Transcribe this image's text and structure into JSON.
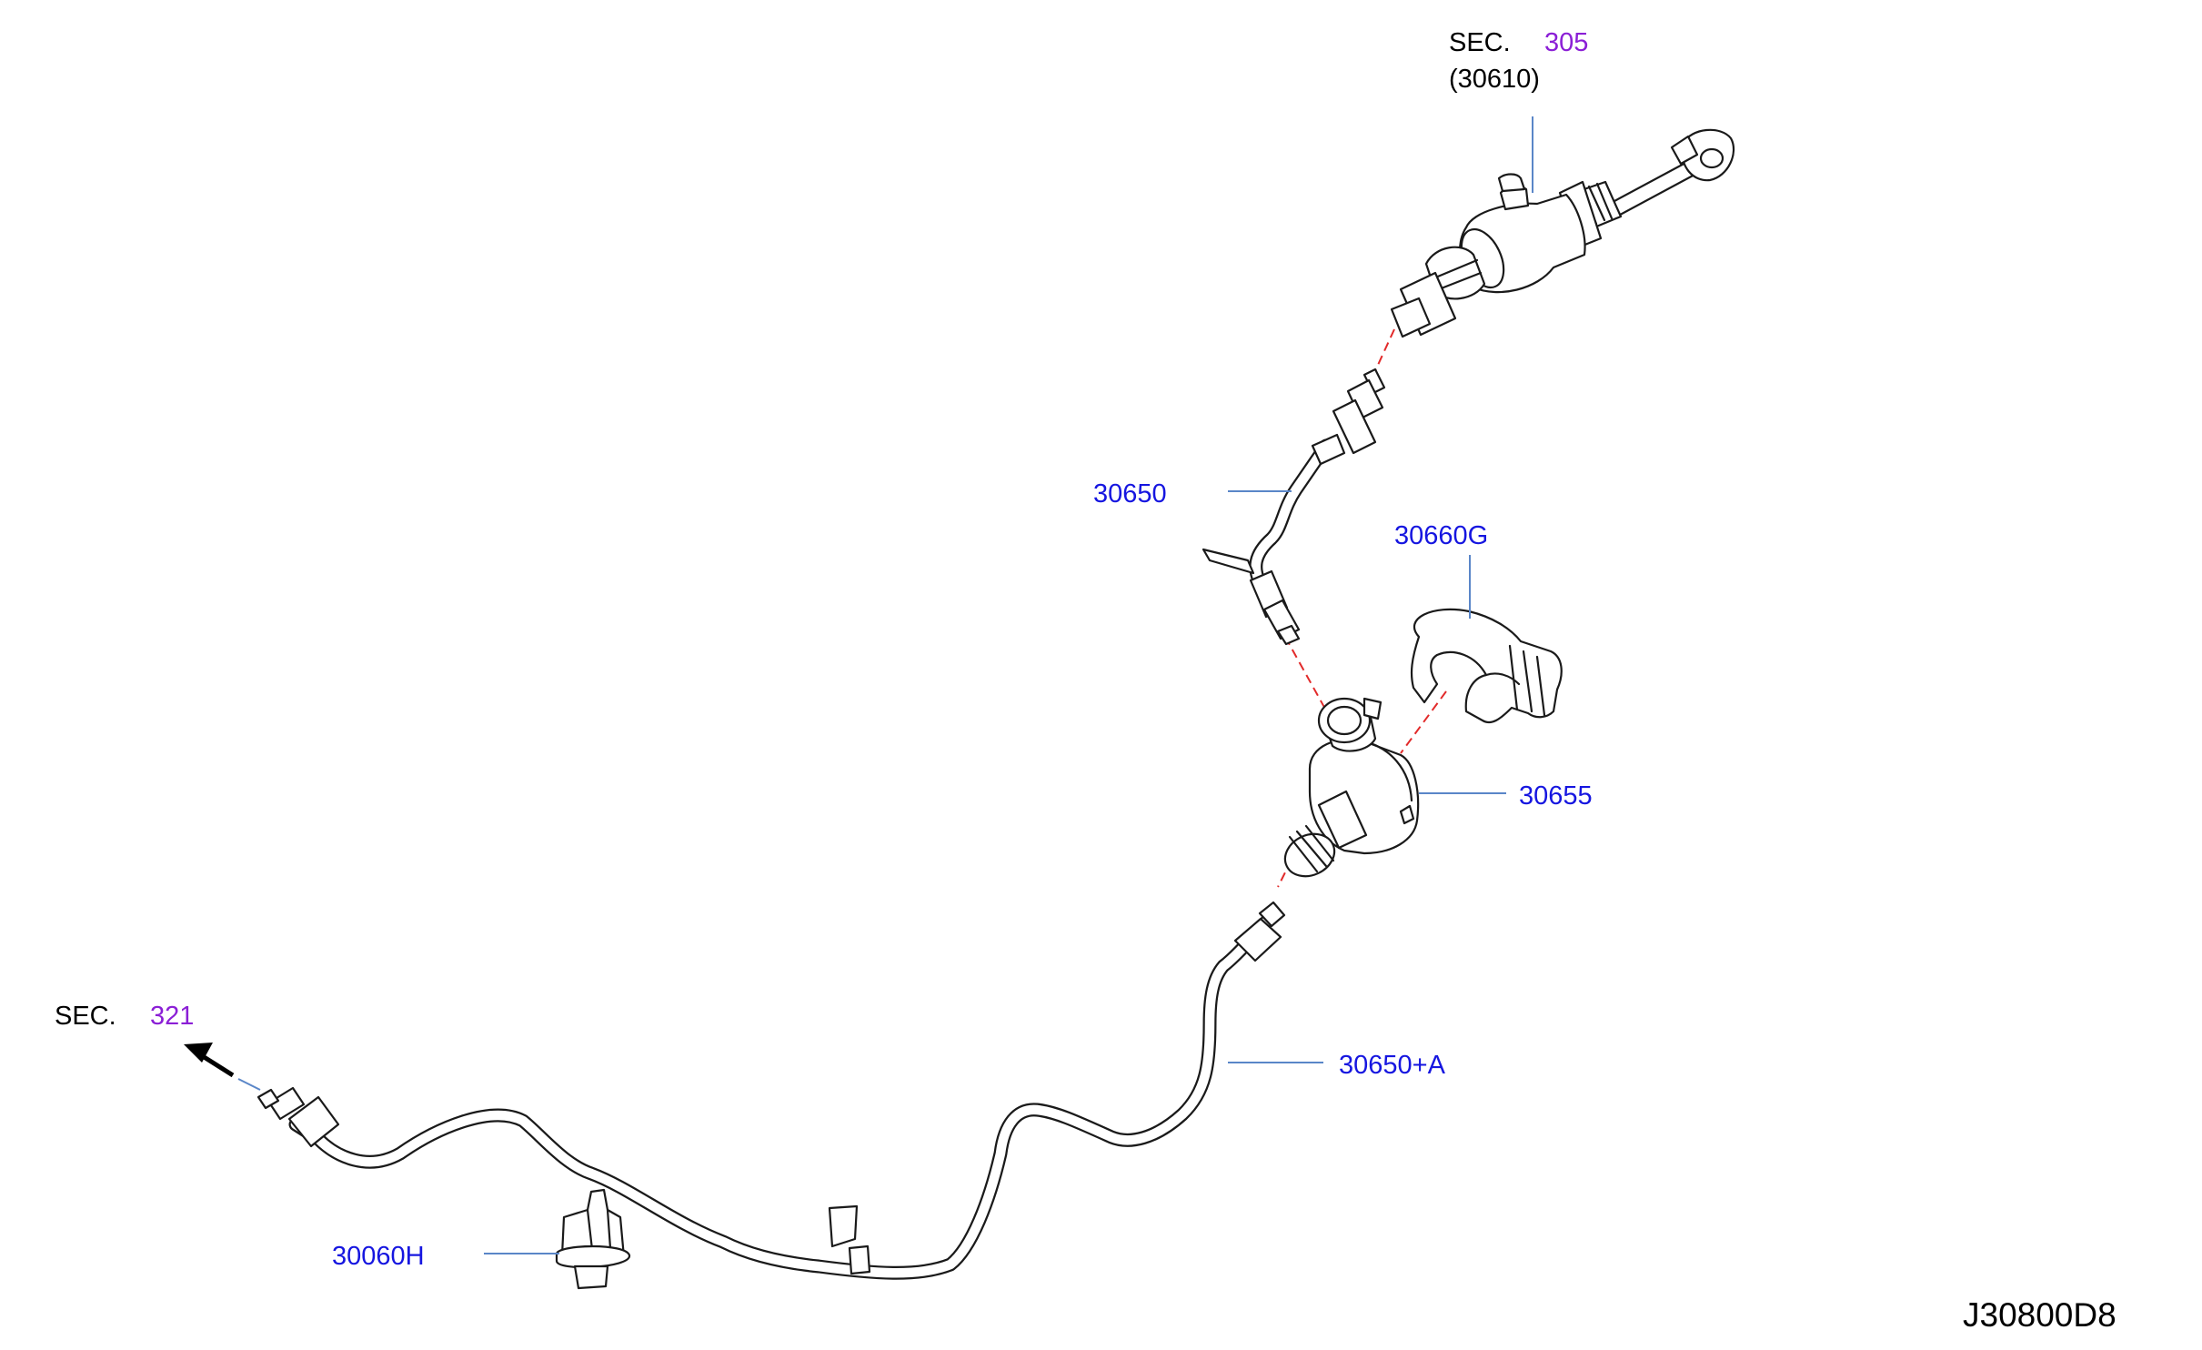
{
  "diagram_code": "J30800D8",
  "callouts": {
    "sec_305": {
      "prefix": "SEC.",
      "number": "305",
      "sub": "(30610)"
    },
    "sec_321": {
      "prefix": "SEC.",
      "number": "321"
    },
    "p30650": "30650",
    "p30660G": "30660G",
    "p30655": "30655",
    "p30650A": "30650+A",
    "p30060H": "30060H"
  },
  "colors": {
    "part_number": "#1616e0",
    "section_number": "#8b1fd6",
    "leader_line": "#5a86c8",
    "alignment_line": "#e22a2a"
  }
}
